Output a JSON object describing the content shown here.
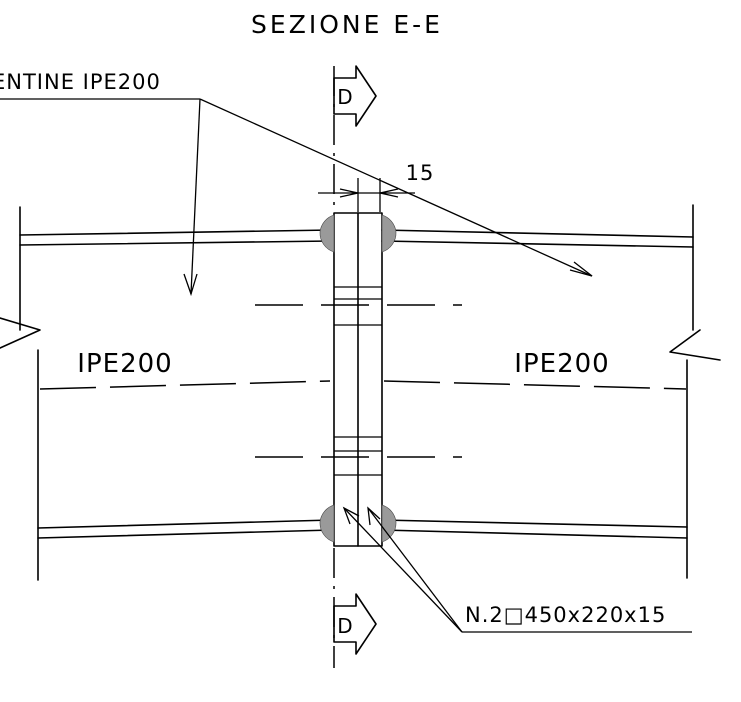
{
  "title": "SEZIONE E-E",
  "labels": {
    "callout_top": "ENTINE IPE200",
    "beam_left": "IPE200",
    "beam_right": "IPE200",
    "dimension": "15",
    "section_mark_top": "D",
    "section_mark_bottom": "D",
    "plates": "N.2□450x220x15"
  },
  "colors": {
    "ink": "#000000",
    "weld": "#9a9a9a",
    "background": "#ffffff"
  }
}
